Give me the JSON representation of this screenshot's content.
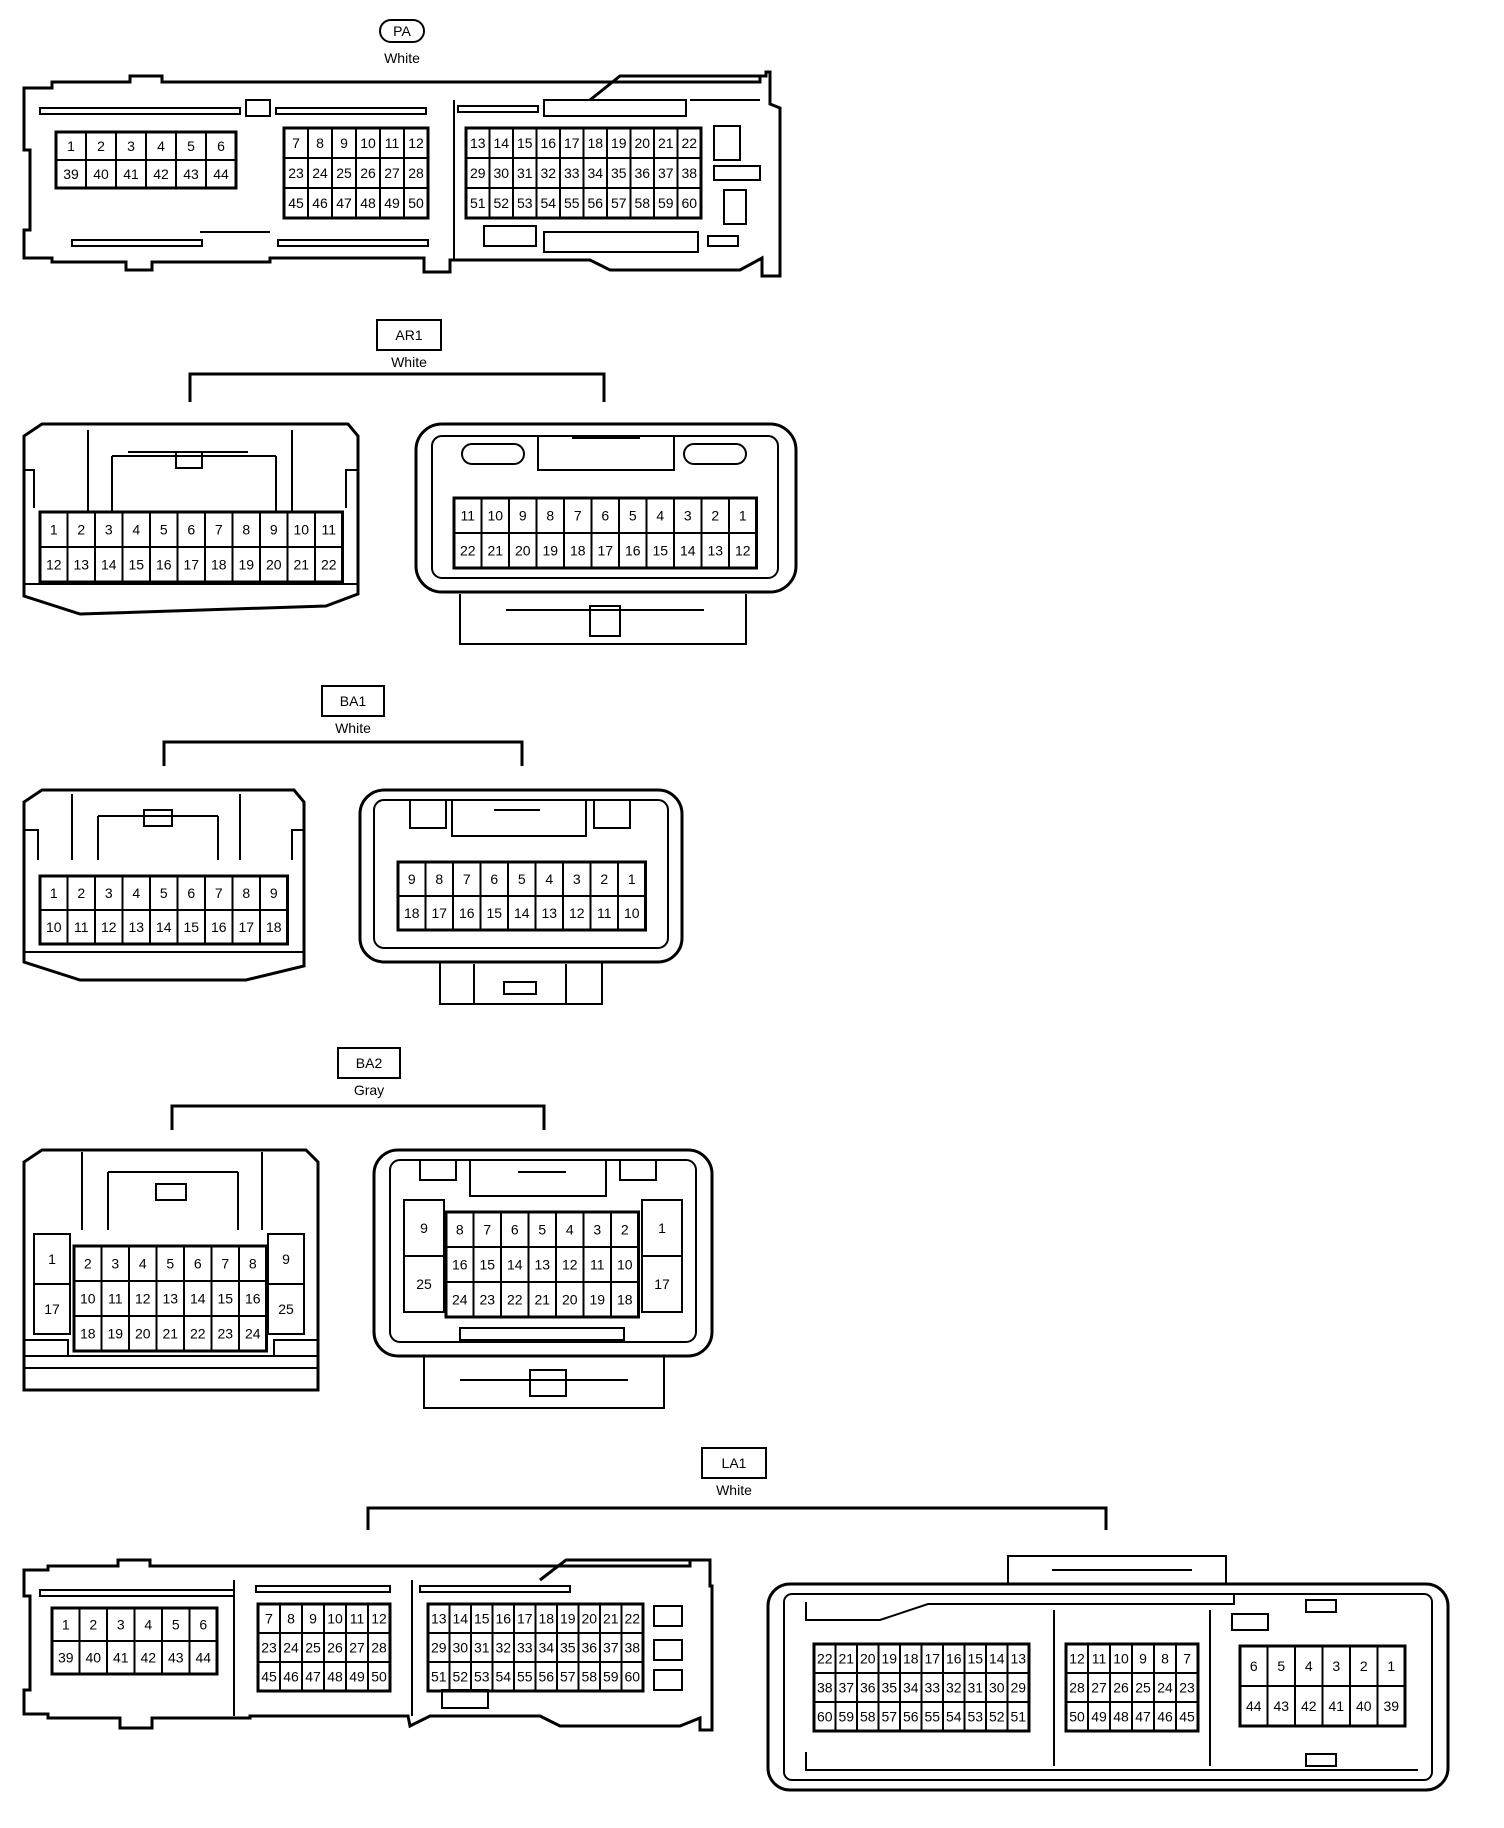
{
  "connectors": {
    "pa": {
      "code": "PA",
      "color": "White"
    },
    "ar1": {
      "code": "AR1",
      "color": "White"
    },
    "ba1": {
      "code": "BA1",
      "color": "White"
    },
    "ba2": {
      "code": "BA2",
      "color": "Gray"
    },
    "la1": {
      "code": "LA1",
      "color": "White"
    }
  },
  "pins": {
    "pa": {
      "block1": [
        [
          "1",
          "2",
          "3",
          "4",
          "5",
          "6"
        ],
        [
          "39",
          "40",
          "41",
          "42",
          "43",
          "44"
        ]
      ],
      "block2": [
        [
          "7",
          "8",
          "9",
          "10",
          "11",
          "12"
        ],
        [
          "23",
          "24",
          "25",
          "26",
          "27",
          "28"
        ],
        [
          "45",
          "46",
          "47",
          "48",
          "49",
          "50"
        ]
      ],
      "block3": [
        [
          "13",
          "14",
          "15",
          "16",
          "17",
          "18",
          "19",
          "20",
          "21",
          "22"
        ],
        [
          "29",
          "30",
          "31",
          "32",
          "33",
          "34",
          "35",
          "36",
          "37",
          "38"
        ],
        [
          "51",
          "52",
          "53",
          "54",
          "55",
          "56",
          "57",
          "58",
          "59",
          "60"
        ]
      ]
    },
    "ar1_male": [
      [
        "1",
        "2",
        "3",
        "4",
        "5",
        "6",
        "7",
        "8",
        "9",
        "10",
        "11"
      ],
      [
        "12",
        "13",
        "14",
        "15",
        "16",
        "17",
        "18",
        "19",
        "20",
        "21",
        "22"
      ]
    ],
    "ar1_female": [
      [
        "11",
        "10",
        "9",
        "8",
        "7",
        "6",
        "5",
        "4",
        "3",
        "2",
        "1"
      ],
      [
        "22",
        "21",
        "20",
        "19",
        "18",
        "17",
        "16",
        "15",
        "14",
        "13",
        "12"
      ]
    ],
    "ba1_male": [
      [
        "1",
        "2",
        "3",
        "4",
        "5",
        "6",
        "7",
        "8",
        "9"
      ],
      [
        "10",
        "11",
        "12",
        "13",
        "14",
        "15",
        "16",
        "17",
        "18"
      ]
    ],
    "ba1_female": [
      [
        "9",
        "8",
        "7",
        "6",
        "5",
        "4",
        "3",
        "2",
        "1"
      ],
      [
        "18",
        "17",
        "16",
        "15",
        "14",
        "13",
        "12",
        "11",
        "10"
      ]
    ],
    "ba2_male": {
      "left": [
        "1",
        "17"
      ],
      "center": [
        [
          "2",
          "3",
          "4",
          "5",
          "6",
          "7",
          "8"
        ],
        [
          "10",
          "11",
          "12",
          "13",
          "14",
          "15",
          "16"
        ],
        [
          "18",
          "19",
          "20",
          "21",
          "22",
          "23",
          "24"
        ]
      ],
      "right": [
        "9",
        "25"
      ]
    },
    "ba2_female": {
      "left": [
        "9",
        "25"
      ],
      "center": [
        [
          "8",
          "7",
          "6",
          "5",
          "4",
          "3",
          "2"
        ],
        [
          "16",
          "15",
          "14",
          "13",
          "12",
          "11",
          "10"
        ],
        [
          "24",
          "23",
          "22",
          "21",
          "20",
          "19",
          "18"
        ]
      ],
      "right": [
        "1",
        "17"
      ]
    },
    "la1_male": {
      "block1": [
        [
          "1",
          "2",
          "3",
          "4",
          "5",
          "6"
        ],
        [
          "39",
          "40",
          "41",
          "42",
          "43",
          "44"
        ]
      ],
      "block2": [
        [
          "7",
          "8",
          "9",
          "10",
          "11",
          "12"
        ],
        [
          "23",
          "24",
          "25",
          "26",
          "27",
          "28"
        ],
        [
          "45",
          "46",
          "47",
          "48",
          "49",
          "50"
        ]
      ],
      "block3": [
        [
          "13",
          "14",
          "15",
          "16",
          "17",
          "18",
          "19",
          "20",
          "21",
          "22"
        ],
        [
          "29",
          "30",
          "31",
          "32",
          "33",
          "34",
          "35",
          "36",
          "37",
          "38"
        ],
        [
          "51",
          "52",
          "53",
          "54",
          "55",
          "56",
          "57",
          "58",
          "59",
          "60"
        ]
      ]
    },
    "la1_female": {
      "block1": [
        [
          "22",
          "21",
          "20",
          "19",
          "18",
          "17",
          "16",
          "15",
          "14",
          "13"
        ],
        [
          "38",
          "37",
          "36",
          "35",
          "34",
          "33",
          "32",
          "31",
          "30",
          "29"
        ],
        [
          "60",
          "59",
          "58",
          "57",
          "56",
          "55",
          "54",
          "53",
          "52",
          "51"
        ]
      ],
      "block2": [
        [
          "12",
          "11",
          "10",
          "9",
          "8",
          "7"
        ],
        [
          "28",
          "27",
          "26",
          "25",
          "24",
          "23"
        ],
        [
          "50",
          "49",
          "48",
          "47",
          "46",
          "45"
        ]
      ],
      "block3": [
        [
          "6",
          "5",
          "4",
          "3",
          "2",
          "1"
        ],
        [
          "44",
          "43",
          "42",
          "41",
          "40",
          "39"
        ]
      ]
    }
  }
}
